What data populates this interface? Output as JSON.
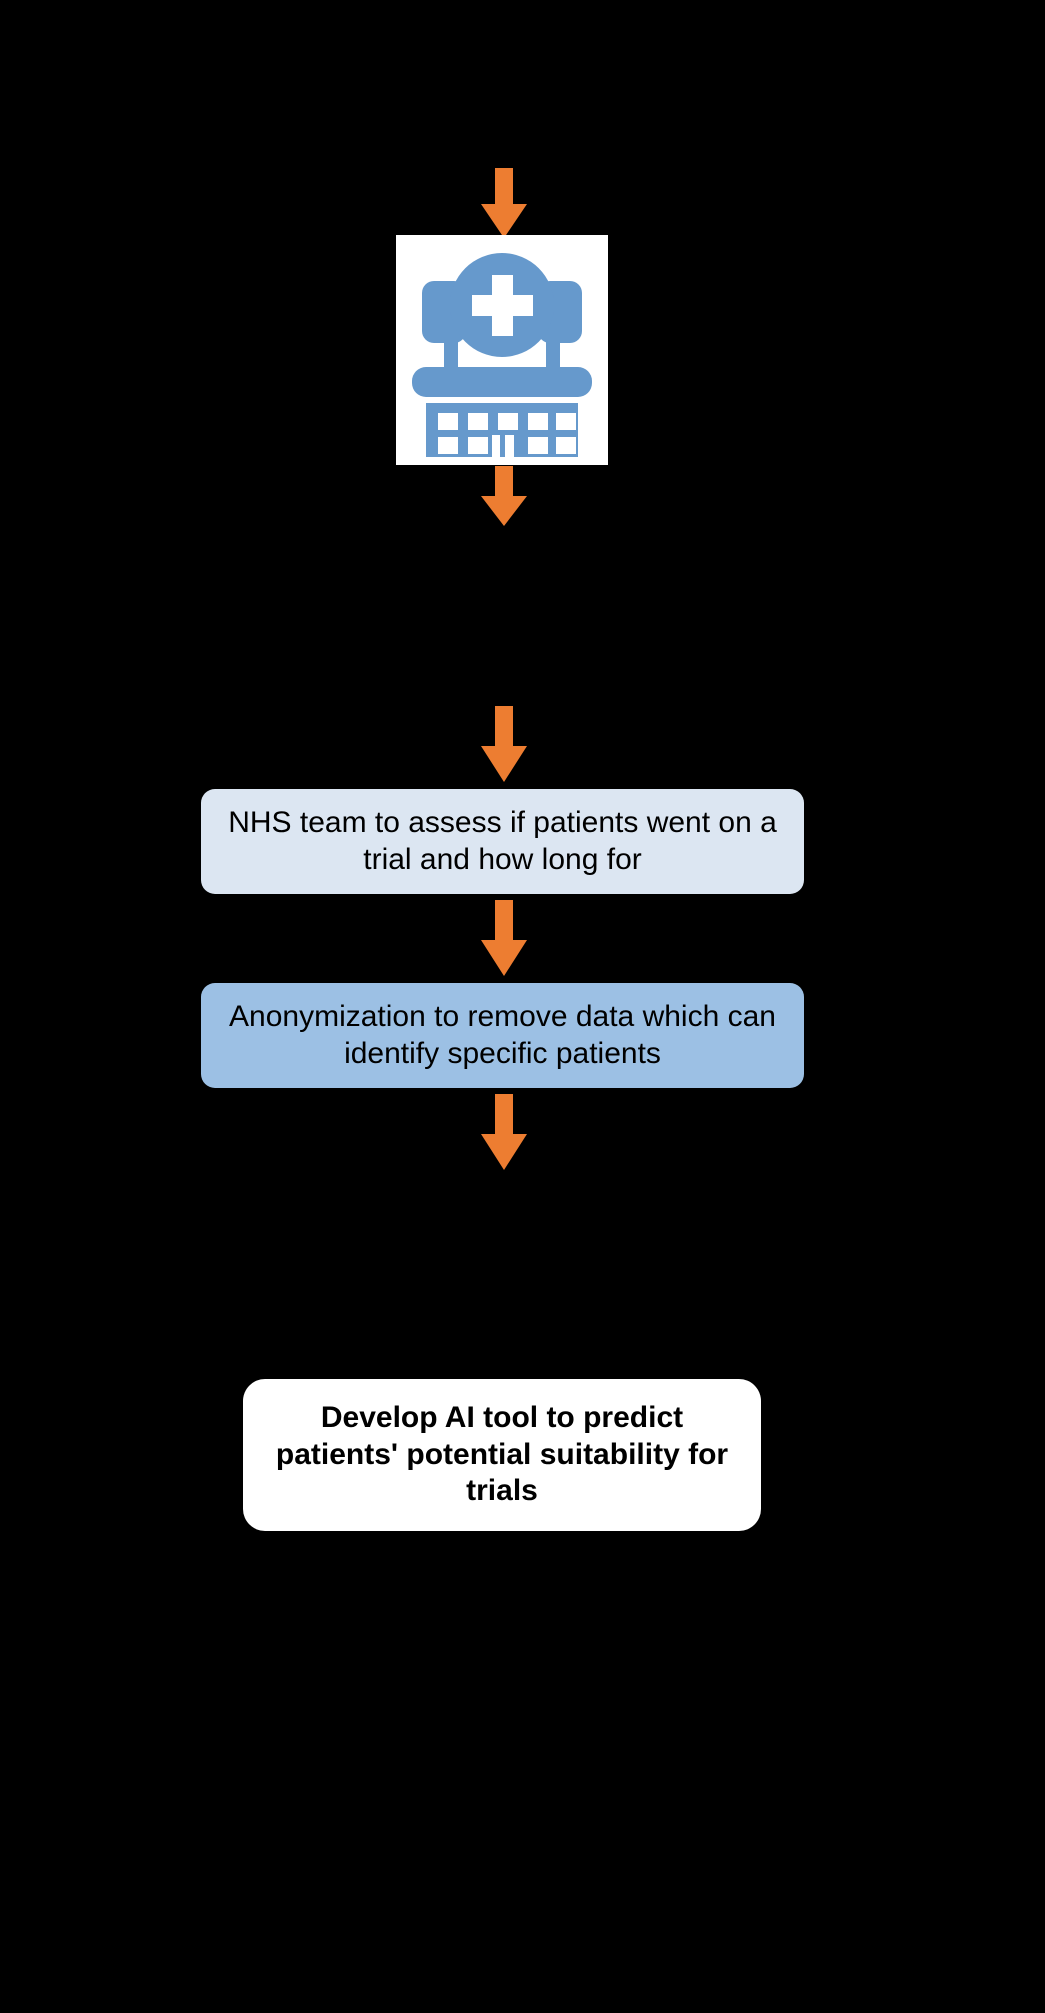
{
  "diagram": {
    "title": "NHS clinical trial AI tool process flow",
    "background_color": "#000000",
    "arrow_color": "#ED7D31",
    "icon_panel_color": "#ffffff",
    "icon_color": "#6699CC"
  },
  "icons": {
    "hospital": "hospital-icon"
  },
  "arrows": [
    {
      "name": "arrow-into-hospital",
      "label": ""
    },
    {
      "name": "arrow-out-of-hospital",
      "label": ""
    },
    {
      "name": "arrow-to-nhs-assessment",
      "label": ""
    },
    {
      "name": "arrow-to-anonymization",
      "label": ""
    },
    {
      "name": "arrow-to-ai-tool",
      "label": ""
    }
  ],
  "nodes": [
    {
      "id": "nhs-assessment",
      "text": "NHS team to assess if patients went on a trial and how long for",
      "fill": "#dce6f2",
      "bold": false
    },
    {
      "id": "anonymization",
      "text": "Anonymization to remove data which can identify specific patients",
      "fill": "#9cc0e4",
      "bold": false
    },
    {
      "id": "ai-tool",
      "text": "Develop AI tool to predict patients' potential suitability for trials",
      "fill": "#ffffff",
      "bold": true
    }
  ]
}
